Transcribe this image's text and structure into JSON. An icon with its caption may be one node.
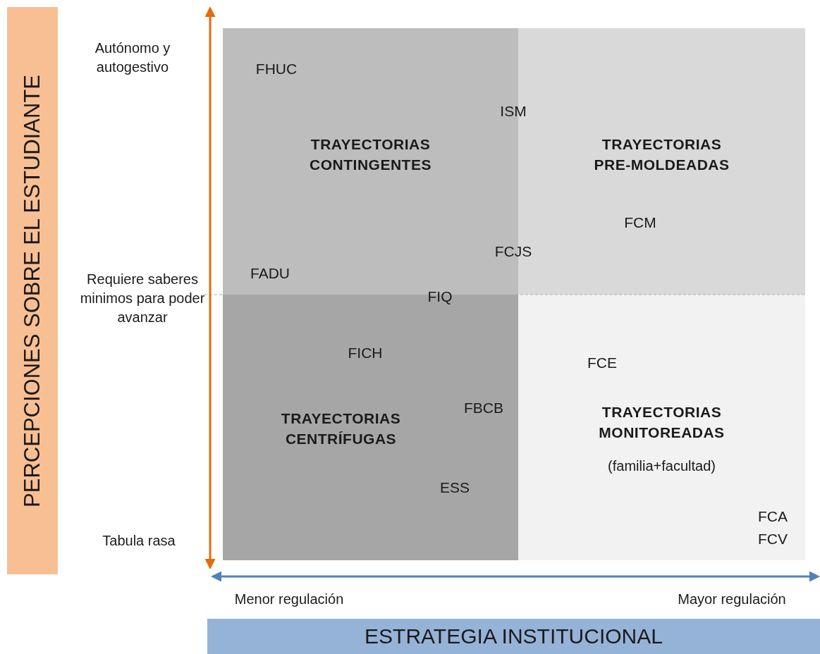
{
  "diagram": {
    "nodes": [
      {
        "text": [
          "PERCEPCIONES SOBRE EL ESTUDIANTE"
        ]
      },
      {
        "text": [
          "TRAYECTORIAS CONTINGENTES"
        ]
      },
      {
        "text": [
          "TRAYECTORIAS PRE-MOLDEADAS"
        ]
      },
      {
        "text": [
          "TRAYECTORIAS CENTRÍFUGAS"
        ]
      },
      {
        "text": [
          "TRAYECTORIAS MONITOREADAS",
          "(familia+facultad)"
        ]
      },
      {
        "text": [
          "ESTRATEGIA INSTITUCIONAL"
        ]
      }
    ],
    "edges": [],
    "labels": [
      "Autónomo y autogestivo",
      "FHUC",
      "ISM",
      "FCM",
      "FCJS",
      "Requiere saberes minimos para poder avanzar",
      "FADU",
      "FIQ",
      "FICH",
      "FCE",
      "FBCB",
      "ESS",
      "Tabula rasa",
      "FCA",
      "FCV",
      "Menor regulación",
      "Mayor regulación"
    ]
  }
}
